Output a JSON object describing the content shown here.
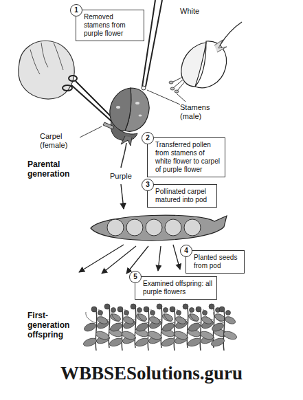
{
  "diagram": {
    "nodes": [
      {
        "text": [
          "1",
          "Removed stamens from purple flower"
        ]
      },
      {
        "text": [
          "2",
          "Transferred pollen from stamens of white flower to carpel of purple flower"
        ]
      },
      {
        "text": [
          "3",
          "Pollinated carpel matured into pod"
        ]
      },
      {
        "text": [
          "4",
          "Planted seeds from pod"
        ]
      },
      {
        "text": [
          "5",
          "Examined offspring: all purple flowers"
        ]
      }
    ],
    "labels": [
      "White",
      "Stamens (male)",
      "Carpel (female)",
      "Parental generation",
      "Purple",
      "First-generation offspring",
      "WBBSESolutions.guru"
    ]
  }
}
